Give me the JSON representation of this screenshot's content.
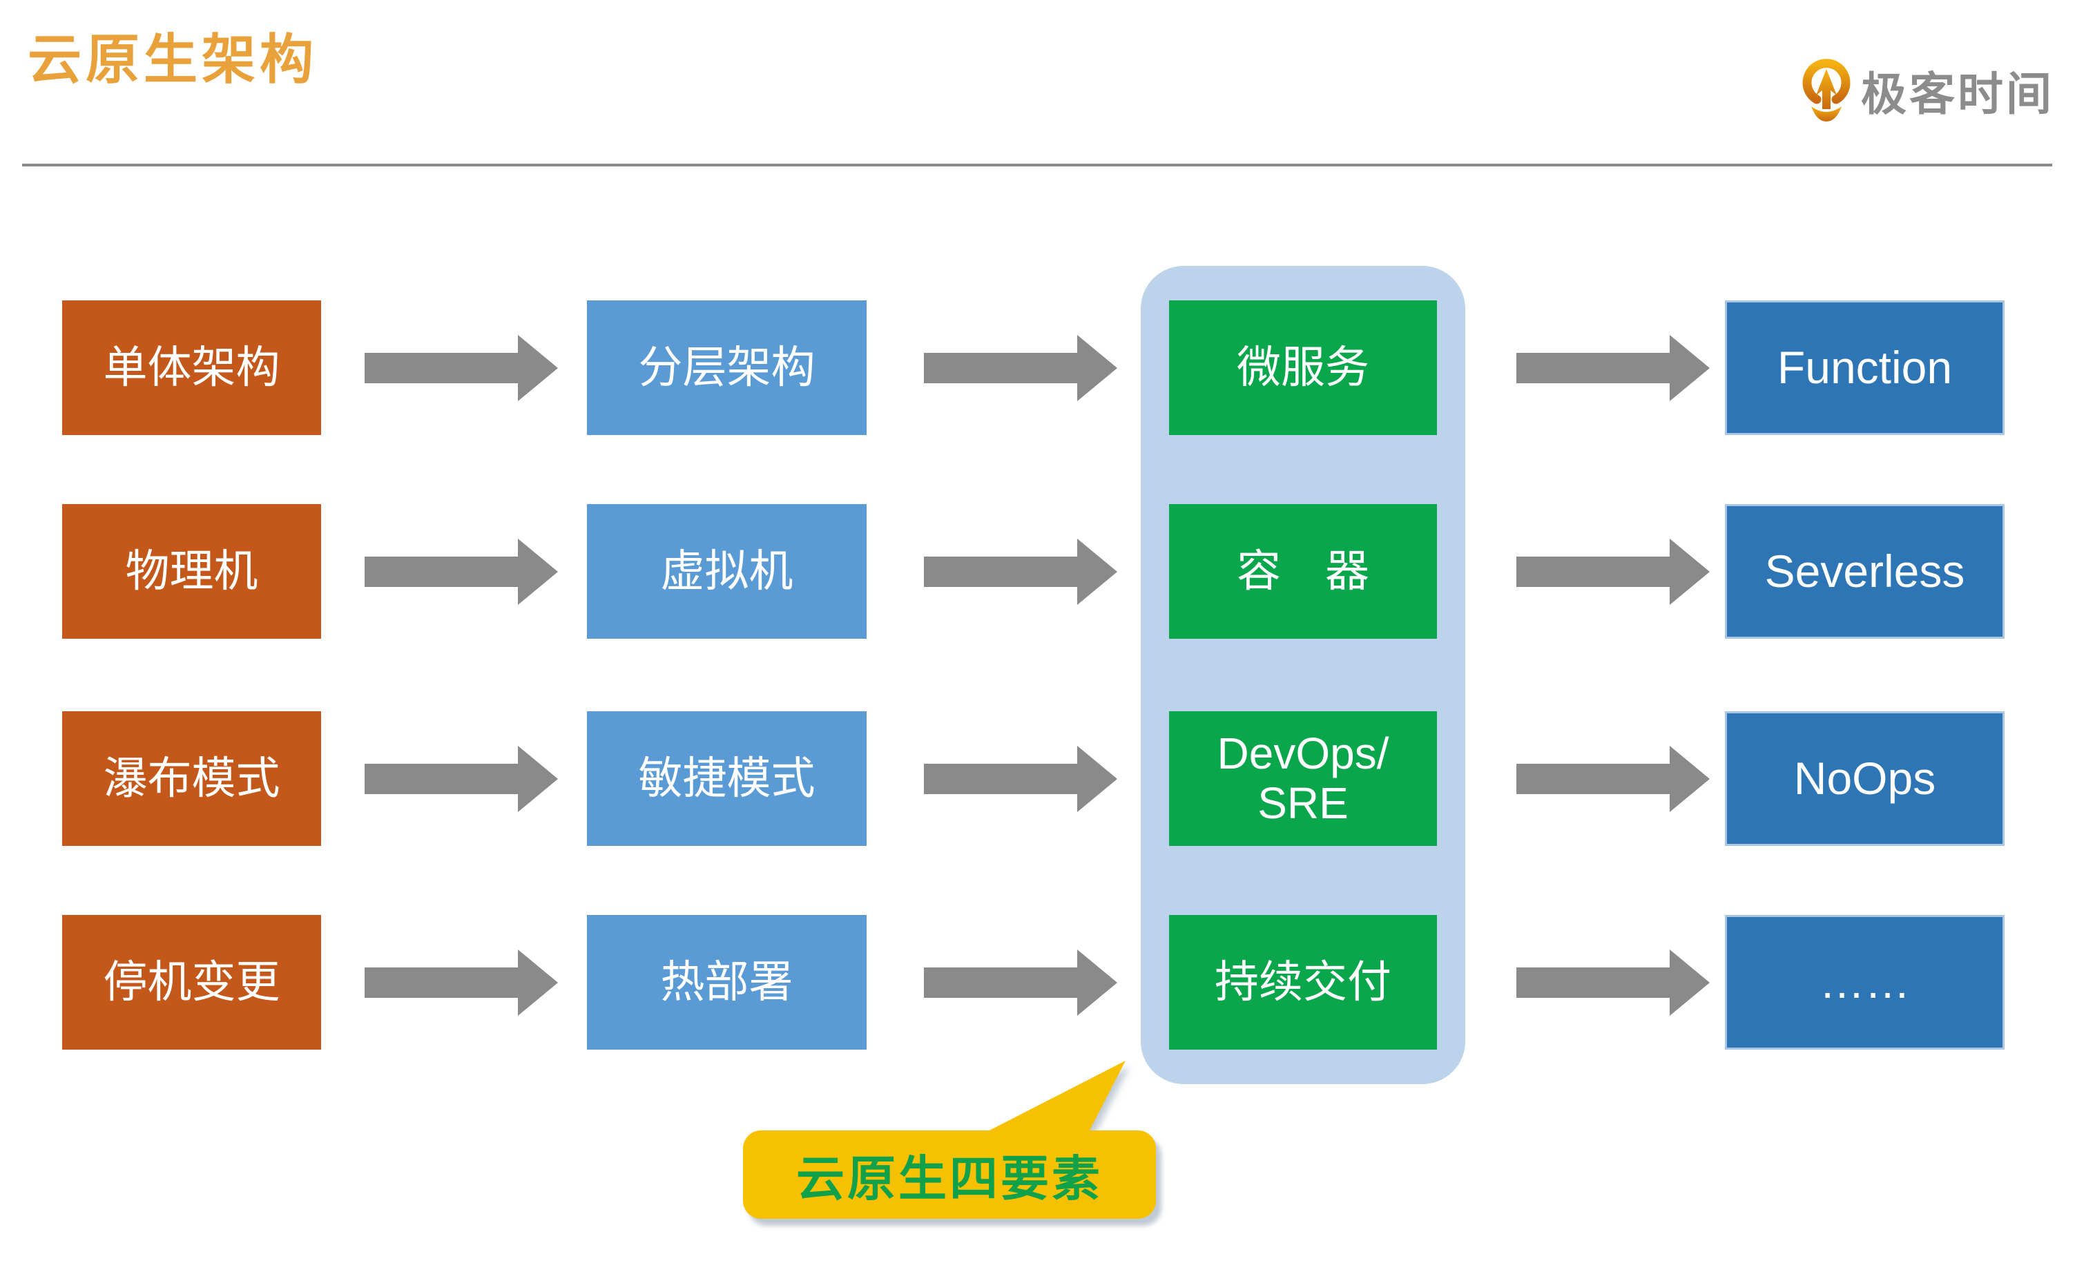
{
  "slide": {
    "title": "云原生架构"
  },
  "brand": {
    "name": "极客时间"
  },
  "rows": [
    {
      "from": "单体架构",
      "evolved": "分层架构",
      "cloud_native": "微服务",
      "future": "Function"
    },
    {
      "from": "物理机",
      "evolved": "虚拟机",
      "cloud_native": "容　器",
      "future": "Severless"
    },
    {
      "from": "瀑布模式",
      "evolved": "敏捷模式",
      "cloud_native": "DevOps/\nSRE",
      "future": "NoOps"
    },
    {
      "from": "停机变更",
      "evolved": "热部署",
      "cloud_native": "持续交付",
      "future": "……"
    }
  ],
  "callout": {
    "label": "云原生四要素"
  },
  "icons": {
    "arrow": "right-block-arrow-icon",
    "logo": "geektime-logo-icon"
  },
  "colors": {
    "title": "#E9A23B",
    "stage1_box": "#C4571A",
    "stage2_box": "#5B9BD5",
    "stage3_box": "#0AA64C",
    "stage4_box": "#2E75B6",
    "panel": "#BDD3EB",
    "arrow": "#8A8A8A",
    "callout_fill": "#F6C100",
    "callout_text": "#12A14B",
    "brand_text": "#8C8C8C"
  }
}
